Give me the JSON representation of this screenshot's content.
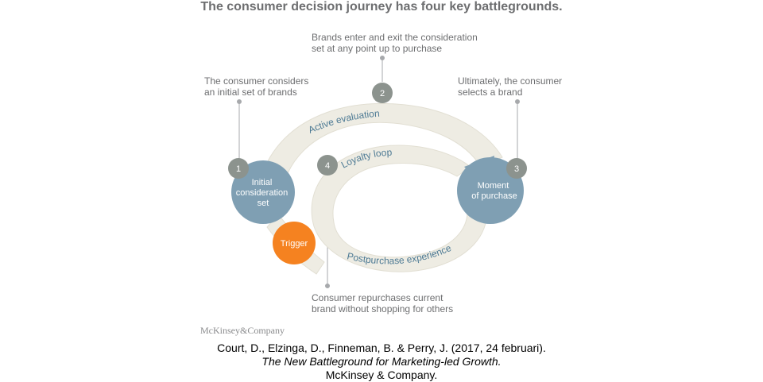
{
  "title": "The consumer decision journey has four key battlegrounds.",
  "annotations": {
    "a1": [
      "The consumer considers",
      "an initial set of brands"
    ],
    "a2": [
      "Brands enter and exit the consideration",
      "set at any point up to purchase"
    ],
    "a3": [
      "Ultimately, the consumer",
      "selects a brand"
    ],
    "a4": [
      "Consumer repurchases current",
      "brand without shopping for others"
    ]
  },
  "steps": [
    "1",
    "2",
    "3",
    "4"
  ],
  "loop_labels": {
    "active": "Active evaluation",
    "loyalty": "Loyalty loop",
    "post": "Postpurchase experience"
  },
  "nodes": {
    "initial": [
      "Initial",
      "consideration",
      "set"
    ],
    "moment": [
      "Moment",
      "of purchase"
    ],
    "trigger": "Trigger"
  },
  "brand": "McKinsey&Company",
  "citation": {
    "line1": "Court, D., Elzinga, D., Finneman, B. & Perry, J. (2017, 24 februari).",
    "line2": "The New Battleground for Marketing-led Growth.",
    "line3": "McKinsey & Company."
  },
  "colors": {
    "loop": "#eeece3",
    "loop_edge": "#e2dfd3",
    "circle_blue": "#7f9fb3",
    "step_gray": "#8c938e",
    "trigger": "#f58220",
    "label_blue": "#4d7a94",
    "text_gray": "#6d6e70"
  }
}
